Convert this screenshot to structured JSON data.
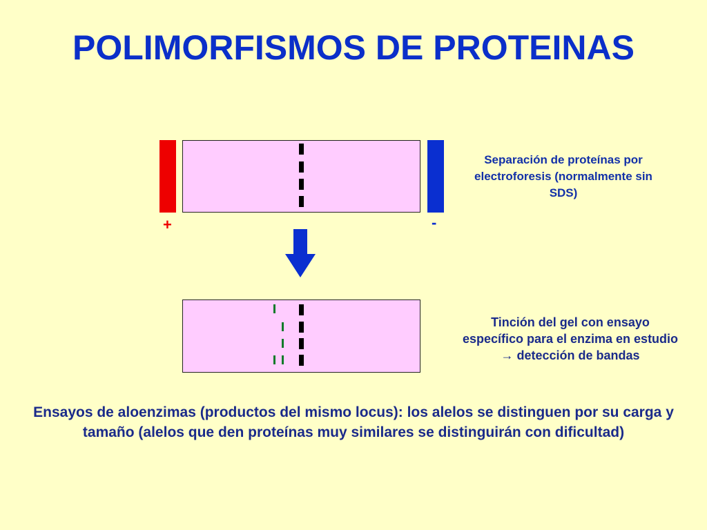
{
  "title": "POLIMORFISMOS DE PROTEINAS",
  "electrodes": {
    "positive_label": "+",
    "negative_label": "-",
    "positive_color": "#ee0000",
    "negative_color": "#0a2fd0"
  },
  "captions": {
    "separation": "Separación de proteínas por electroforesis (normalmente sin SDS)",
    "staining": "Tinción del gel con ensayo específico para el enzima en estudio → detección de bandas"
  },
  "conclusion": "Ensayos de aloenzimas (productos del mismo locus): los alelos se distinguen por su carga y tamaño (alelos que den proteínas muy similares se distinguirán con dificultad)",
  "colors": {
    "title": "#0b2fc9",
    "gel": "#ffccff",
    "background": "#ffffc8",
    "arrow": "#0a2fd0",
    "detected_band": "#0d7a2a",
    "sample_band": "#000000"
  }
}
